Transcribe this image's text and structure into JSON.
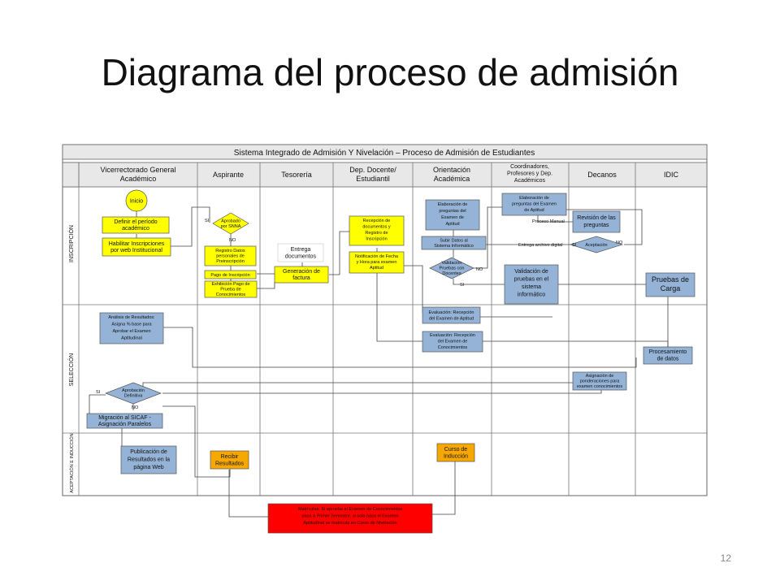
{
  "slide": {
    "title": "Diagrama del proceso de admisión",
    "page_number": "12"
  },
  "diagram": {
    "system_title": "Sistema Integrado de Admisión Y Nivelación – Proceso de Admisión de Estudiantes",
    "phases": [
      "INSCRIPCIÓN",
      "SELECCIÓN",
      "ACEPTACIÓN E INDUCCIÓN"
    ],
    "lanes": [
      [
        "Vicerrectorado General",
        "Académico"
      ],
      [
        "Aspirante"
      ],
      [
        "Tesorería"
      ],
      [
        "Dep. Docente/",
        "Estudiantil"
      ],
      [
        "Orientación",
        "Académica"
      ],
      [
        "Coordinadores,",
        "Profesores y Dep.",
        "Académicos"
      ],
      [
        "Decanos"
      ],
      [
        "IDIC"
      ]
    ],
    "nodes": {
      "inicio": [
        "Inicio"
      ],
      "definir": [
        "Definir el período",
        "académico"
      ],
      "habilitar": [
        "Habilitar Inscripciones",
        "por web Institucional"
      ],
      "aprobado_snna": [
        "Aprobado",
        "por SNNA"
      ],
      "registro_datos": [
        "Registro Datos",
        "personales de",
        "Preinscripción"
      ],
      "pago": [
        "Pago de Inscripción"
      ],
      "exhibicion": [
        "Exhibición Pago de",
        "Prueba de",
        "Conocimientos"
      ],
      "entrega_docs": [
        "Entrega",
        "documentos"
      ],
      "generacion": [
        "Generación de",
        "factura"
      ],
      "recepcion_docs": [
        "Recepción de",
        "documentos y",
        "Registro de",
        "Inscripción"
      ],
      "notificacion": [
        "Notificación de Fecha",
        "y Hora para examen",
        "Aptitud"
      ],
      "elab_preg_aptitud": [
        "Elaboración de",
        "preguntas del",
        "Examen de",
        "Aptitud"
      ],
      "subir_datos": [
        "Subir Datos al",
        "Sistema Informático"
      ],
      "validacion_pruebas": [
        "Validación",
        "Pruebas con",
        "Docentes"
      ],
      "elab_preg_coord": [
        "Elaboración de",
        "preguntas del Examen",
        "de Aptitud"
      ],
      "validacion_sistema": [
        "Validación de",
        "pruebas en el",
        "sistema",
        "informático"
      ],
      "revision": [
        "Revisión de las",
        "preguntas"
      ],
      "aceptacion": [
        "Aceptación"
      ],
      "pruebas_carga": [
        "Pruebas de",
        "Carga"
      ],
      "analisis": [
        "Análisis de Resultados:",
        "Asigna % base para",
        "Aprobar el Examen",
        "Aptitudinal"
      ],
      "eval_aptitud": [
        "Evaluación: Recepción",
        "del Examen de Aptitud"
      ],
      "eval_conoc": [
        "Evaluación: Recepción",
        "del Examen de",
        "Conocimientos"
      ],
      "procesamiento": [
        "Procesamiento",
        "de datos"
      ],
      "asignacion": [
        "Asignación de",
        "ponderaciones para",
        "examen conocimientos"
      ],
      "aprobacion_def": [
        "Aprobación",
        "Definitiva"
      ],
      "migracion": [
        "Migración al SICAF -",
        "Asignación Paralelos"
      ],
      "publicacion": [
        "Publicación de",
        "Resultados en la",
        "página Web"
      ],
      "recibir": [
        "Recibir",
        "Resultados"
      ],
      "curso": [
        "Curso de",
        "Inducción"
      ],
      "matriculas": [
        "Matrículas: Si aprueba el Examen de Conocimientos",
        "pasa a Primer Semestre, si solo pasa el Examen",
        "Aptitudinal se matricula en Curso de Nivelación"
      ]
    },
    "edge_labels": {
      "si_1": "SI",
      "no_1": "NO",
      "proceso_manual": "Proceso Manual",
      "entrega_digital": "Entrega archivo digital",
      "si_2": "SI",
      "no_2": "NO",
      "no_3": "NO",
      "si_3": "SI",
      "si_4": "SI",
      "no_4": "NO"
    },
    "colors": {
      "yellow": "#ffff00",
      "blue": "#95b3d7",
      "orange": "#f7a800",
      "red": "#ff0000",
      "header_fill": "#e8e8e8"
    }
  }
}
